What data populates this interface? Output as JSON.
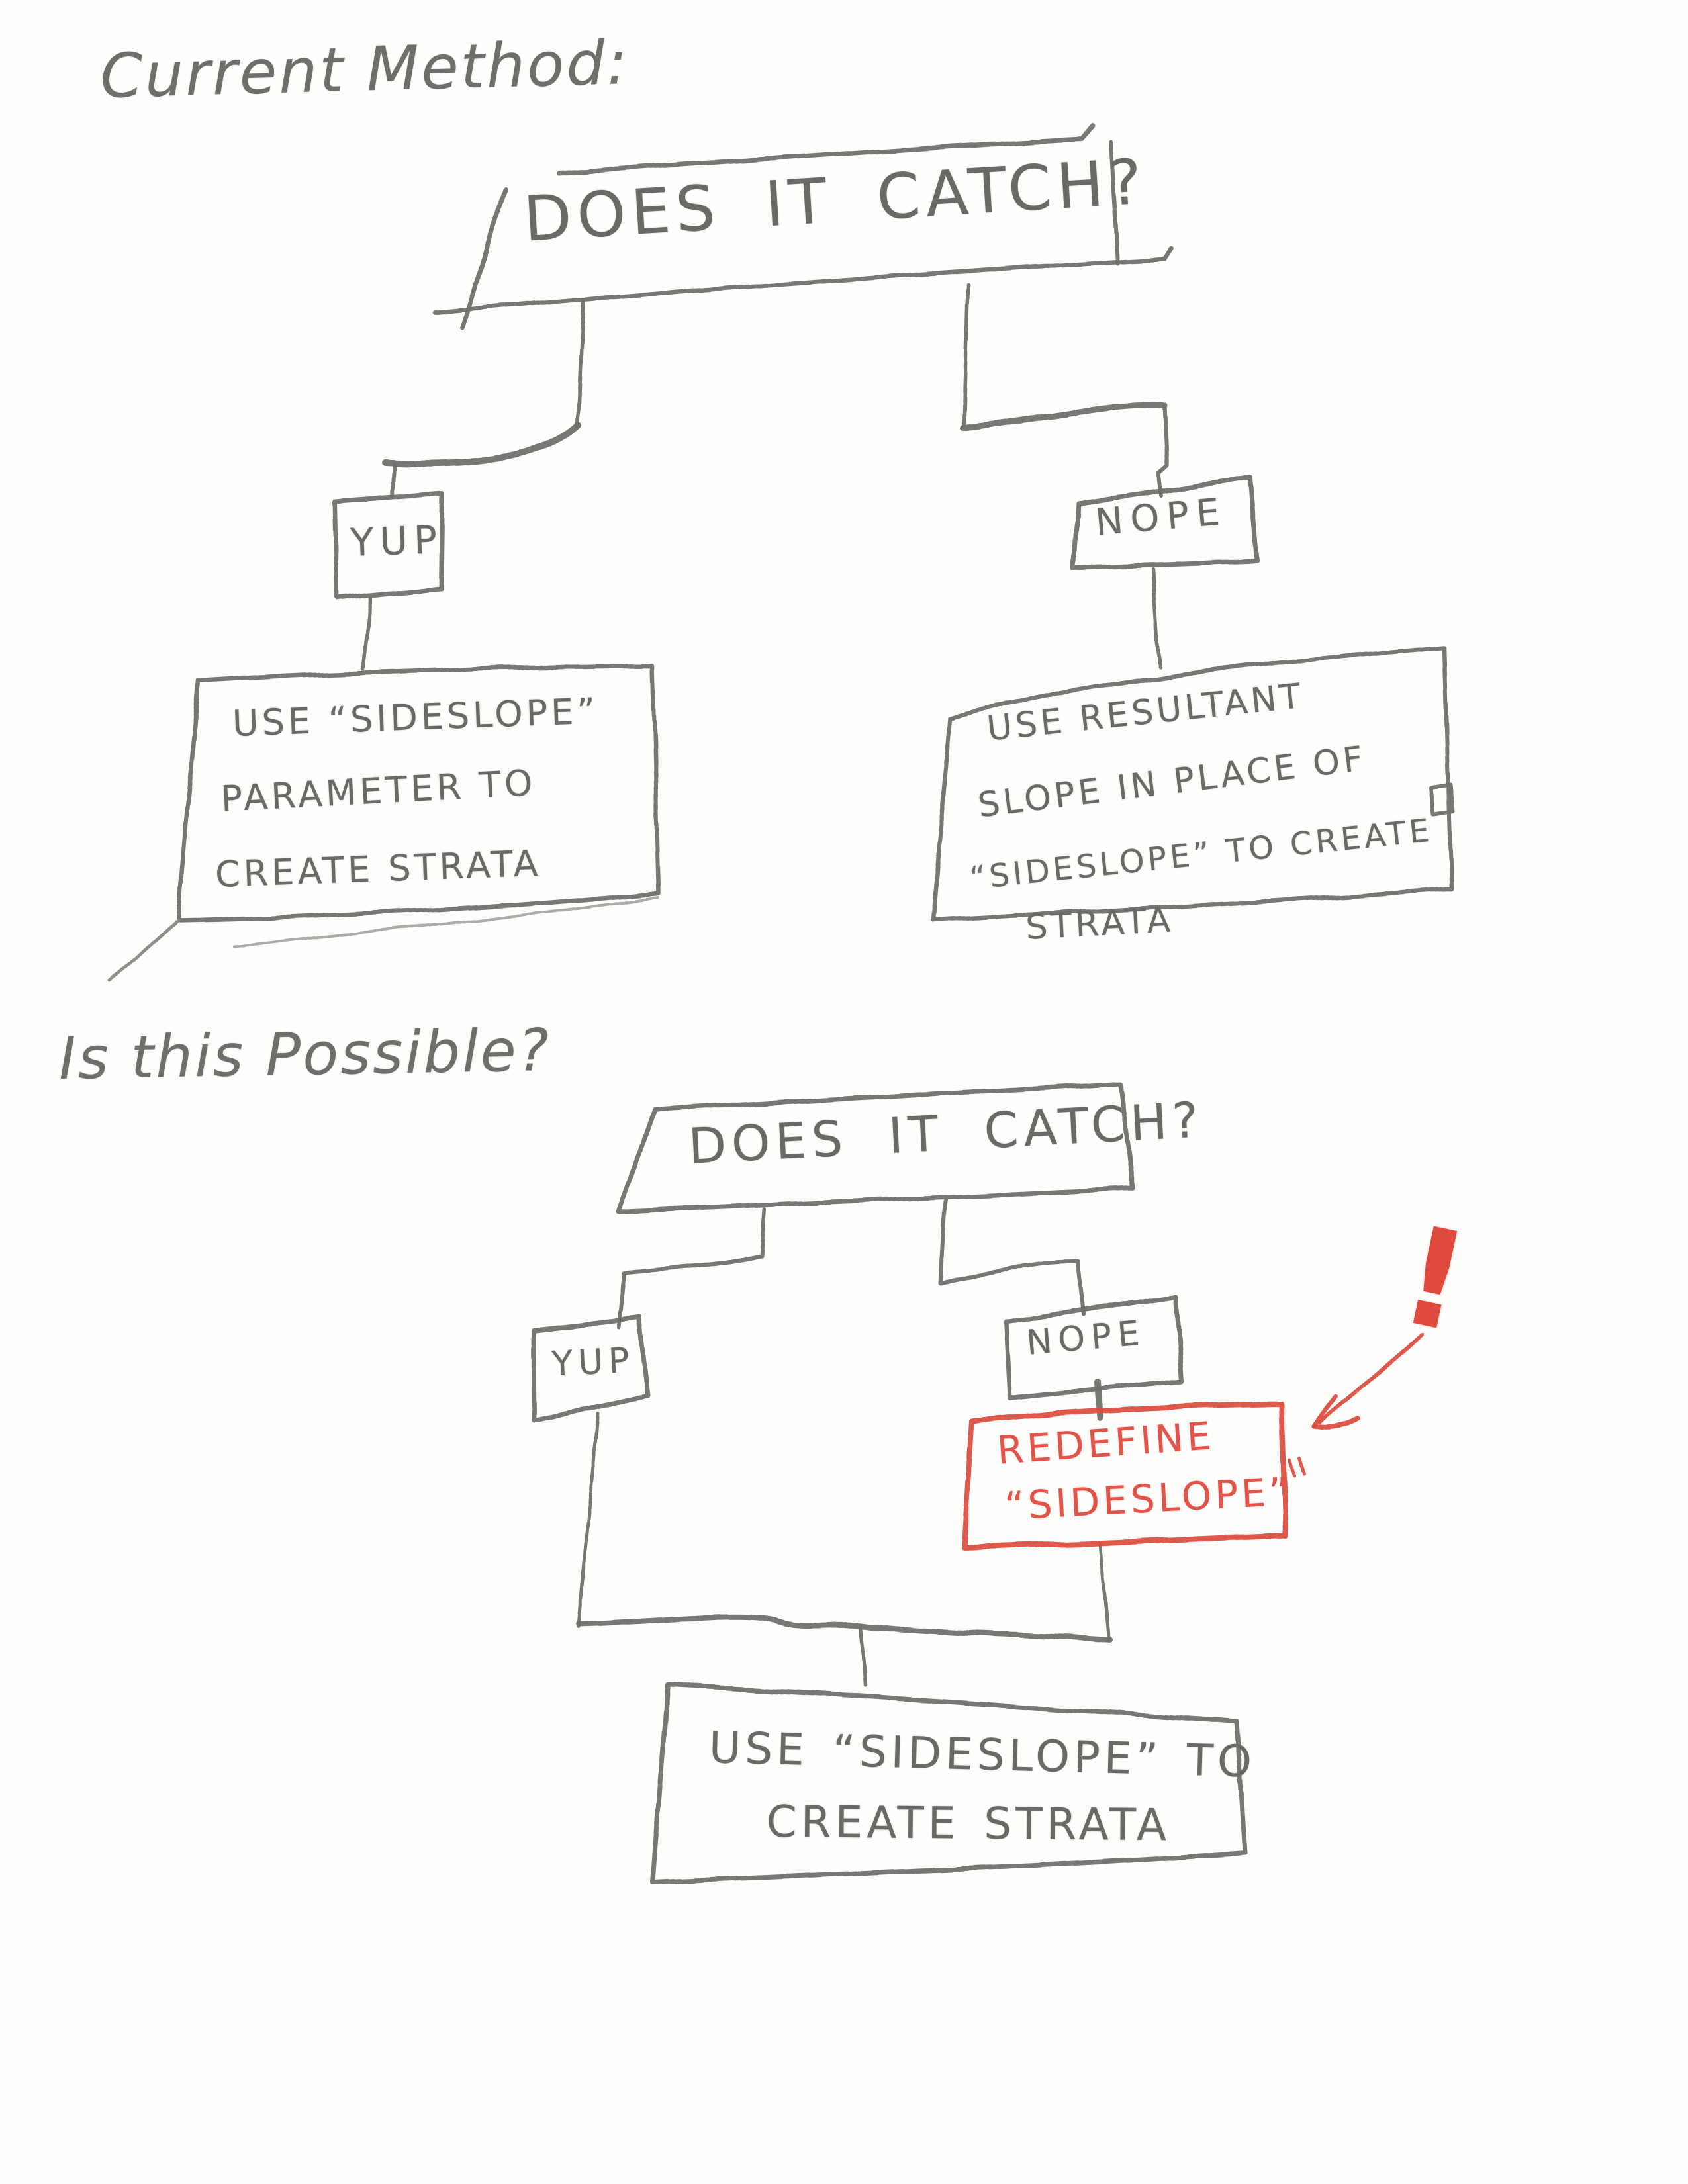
{
  "colors": {
    "paper": "#fdfdfb",
    "pencil_ink": "#6f6d67",
    "pencil_light": "#a9a7a1",
    "annotation_red": "#dc4a3c"
  },
  "section1": {
    "title": "Current Method:",
    "root_question": "DOES IT CATCH?",
    "yes_label": "YUP",
    "no_label": "NOPE",
    "yes_outcome_lines": [
      "USE “SIDESLOPE”",
      "PARAMETER TO",
      "CREATE STRATA"
    ],
    "no_outcome_lines": [
      "USE RESULTANT",
      "SLOPE IN PLACE OF",
      "“SIDESLOPE” TO CREATE",
      "STRATA"
    ]
  },
  "section2": {
    "title": "Is this Possible?",
    "root_question": "DOES IT CATCH?",
    "yes_label": "YUP",
    "no_label": "NOPE",
    "redefine_lines": [
      "REDEFINE",
      "“SIDESLOPE”"
    ],
    "merge_outcome_lines": [
      "USE “SIDESLOPE” TO",
      "CREATE STRATA"
    ],
    "annotation_mark": "!"
  }
}
